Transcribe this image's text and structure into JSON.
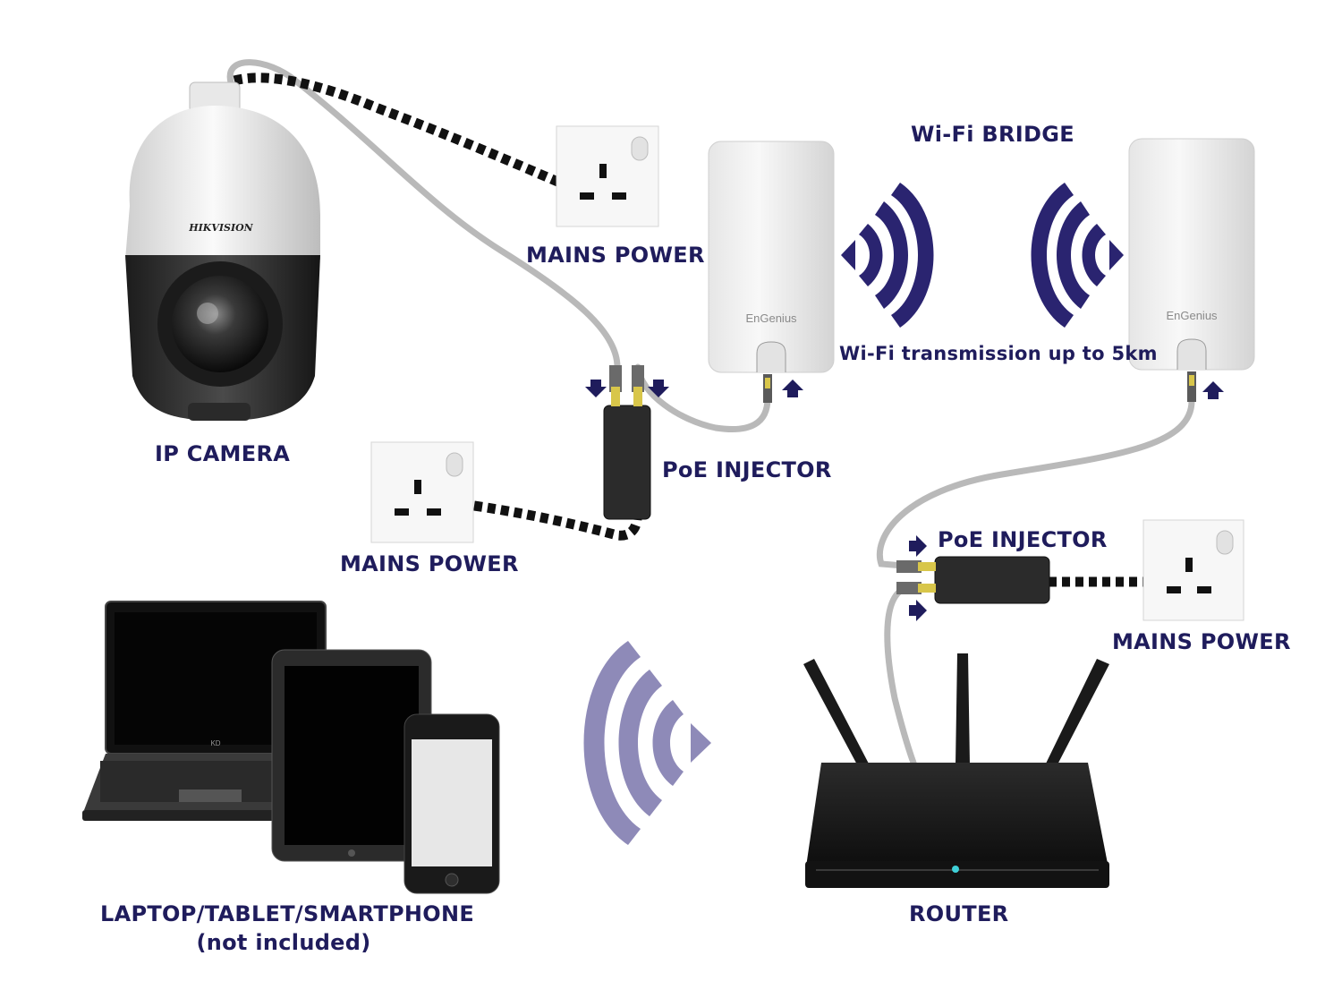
{
  "colors": {
    "label": "#1f1c5c",
    "wave_dark": "#2a2470",
    "wave_light": "#8e8ab8",
    "cable_grey": "#b9b9b9",
    "power_cable": "#111111",
    "device_white": "#f2f2f2",
    "device_black": "#1a1a1a"
  },
  "icons": [
    "ip-camera-icon",
    "wall-socket-icon",
    "poe-injector-icon",
    "wifi-bridge-icon",
    "wifi-wave-icon",
    "router-icon",
    "laptop-icon",
    "tablet-icon",
    "smartphone-icon",
    "arrow-icon"
  ],
  "labels": {
    "wifi_bridge": "Wi-Fi BRIDGE",
    "wifi_transmission": "Wi-Fi transmission up to 5km",
    "ip_camera": "IP CAMERA",
    "mains_power": "MAINS POWER",
    "poe_injector": "PoE INJECTOR",
    "router": "ROUTER",
    "client_devices": "LAPTOP/TABLET/SMARTPHONE",
    "not_included": "(not included)"
  },
  "device_text": {
    "camera_brand": "HIKVISION",
    "bridge_brand": "EnGenius",
    "laptop_brand": "KD"
  }
}
